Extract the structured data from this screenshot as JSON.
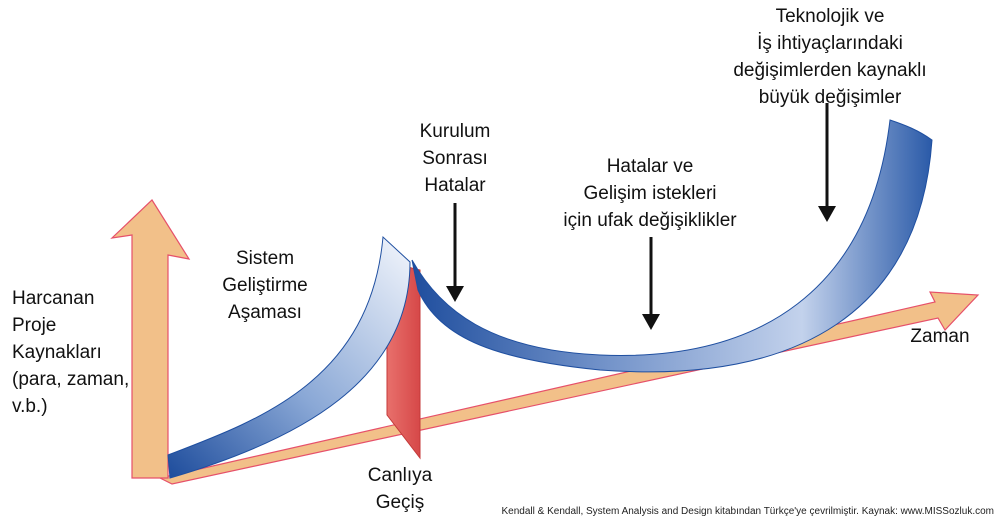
{
  "labels": {
    "y_axis": [
      "Harcanan",
      "Proje",
      "Kaynakları",
      "(para, zaman,",
      "v.b.)"
    ],
    "development": [
      "Sistem",
      "Geliştirme",
      "Aşaması"
    ],
    "post_install": [
      "Kurulum",
      "Sonrası",
      "Hatalar"
    ],
    "minor_changes": [
      "Hatalar ve",
      "Gelişim istekleri",
      "için ufak değişiklikler"
    ],
    "major_changes": [
      "Teknolojik ve",
      "İş ihtiyaçlarındaki",
      "değişimlerden kaynaklı",
      "büyük değişimler"
    ],
    "go_live": [
      "Canlıya",
      "Geçiş"
    ],
    "x_axis": "Zaman"
  },
  "credit": "Kendall & Kendall, System Analysis and Design kitabından Türkçe'ye çevrilmiştir. Kaynak: www.MISSozluk.com",
  "colors": {
    "axis_fill": "#f2c089",
    "axis_edge": "#e6506a",
    "curve_dark": "#1f4fa0",
    "curve_light": "#f4f6fb",
    "go_live_bar": "#e45858"
  }
}
